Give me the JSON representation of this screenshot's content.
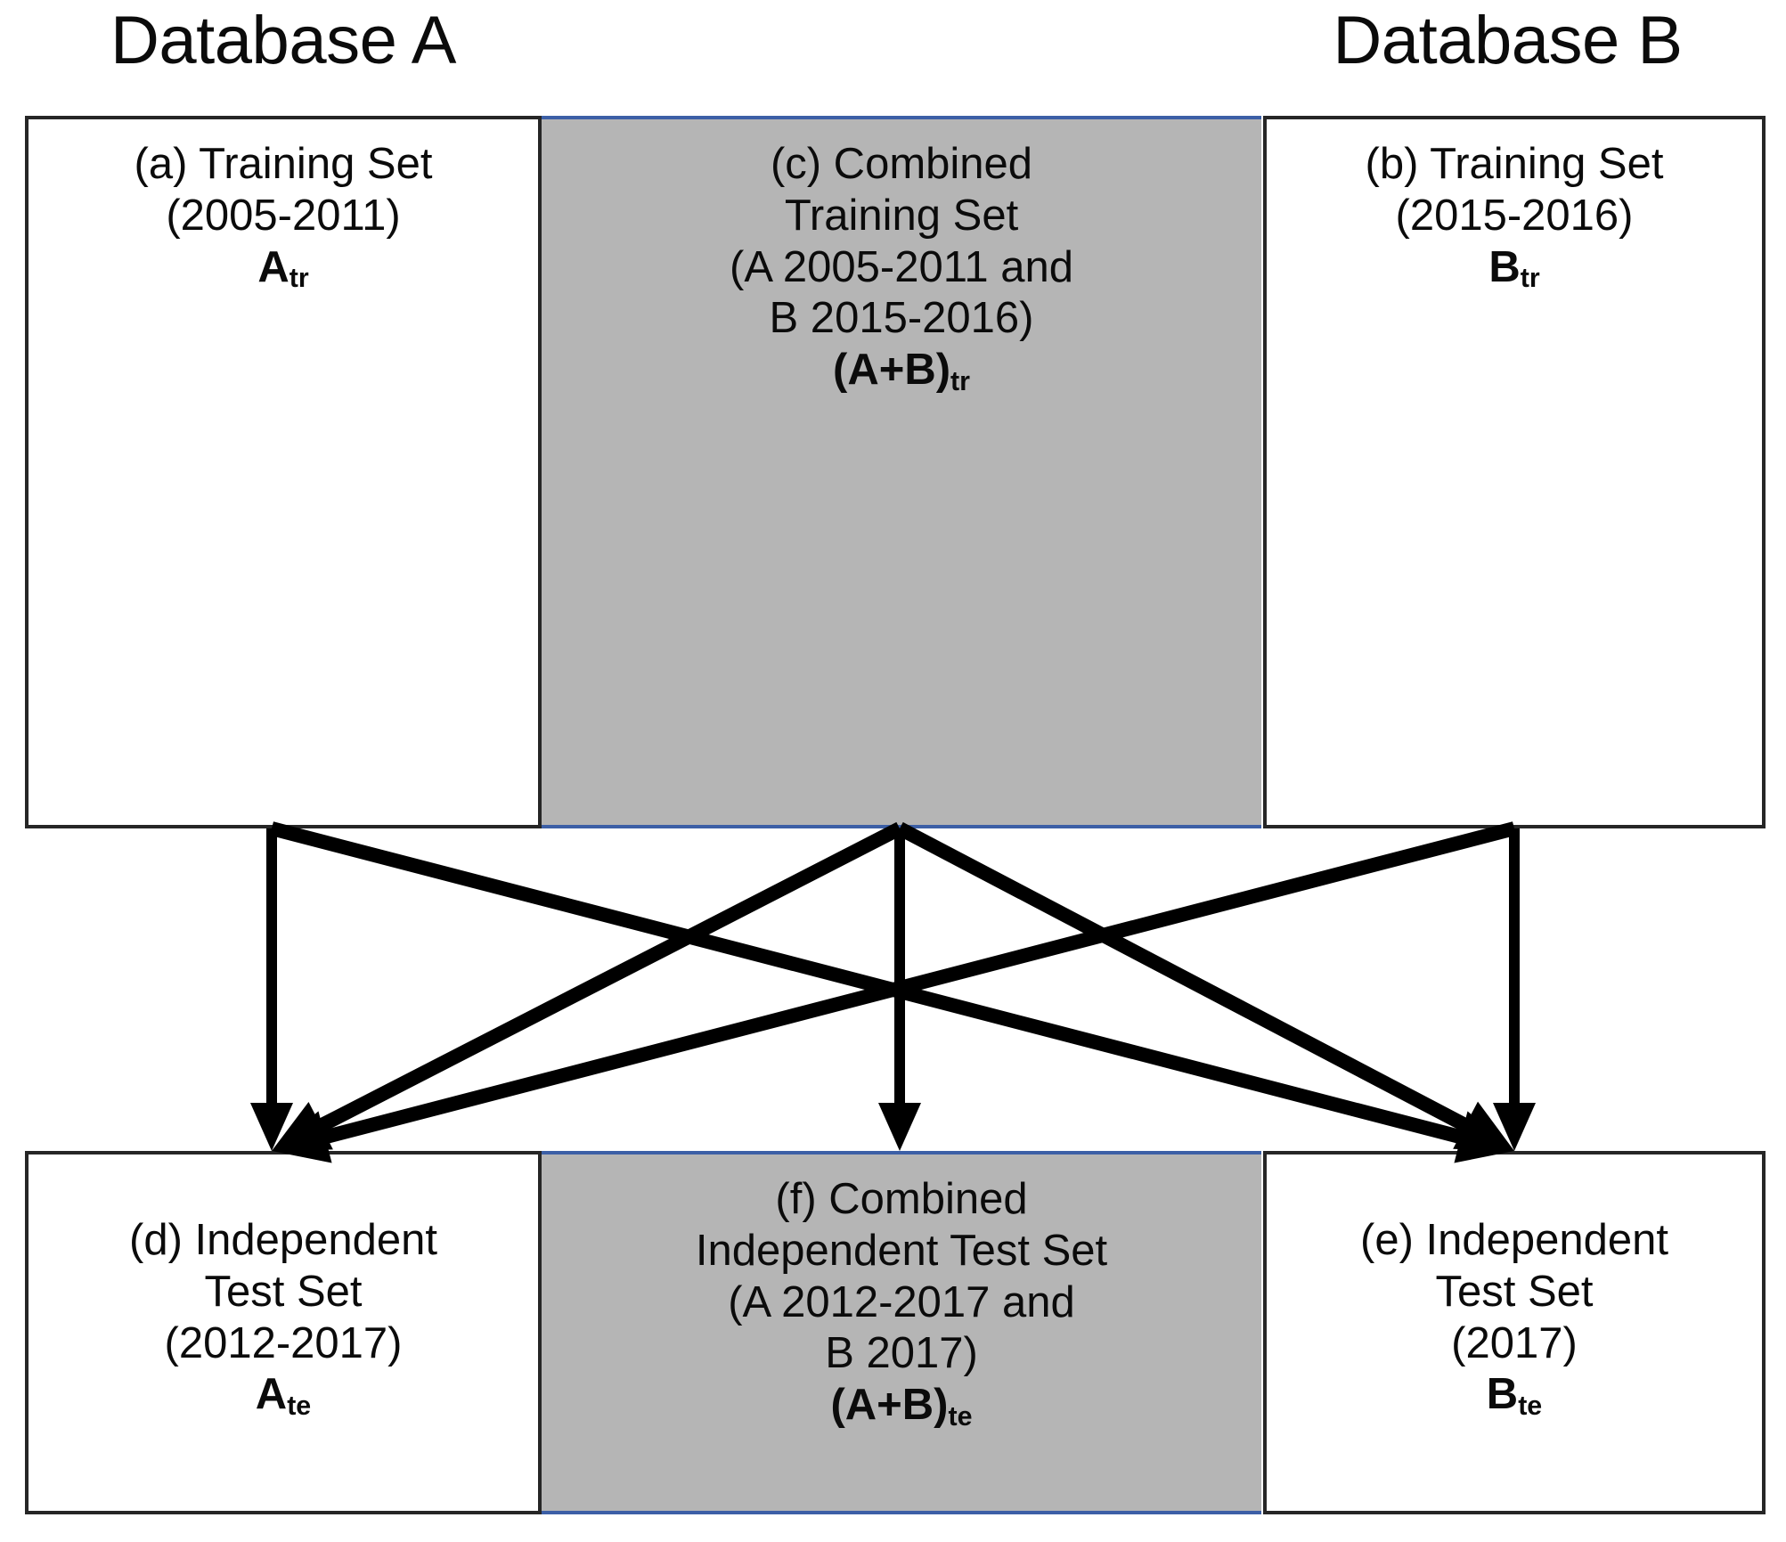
{
  "headers": {
    "database_a": "Database A",
    "database_b": "Database B"
  },
  "colors": {
    "combined_fill": "#b5b5b5",
    "combined_border": "#3c5fa6",
    "box_border": "#262626",
    "arrow": "#000000",
    "text": "#0b0b0b"
  },
  "boxes": {
    "a_train": {
      "caption": "(a) Training Set\n(2005-2011)",
      "symbol": "A",
      "symbol_sub": "tr"
    },
    "ab_train": {
      "caption": "(c) Combined\nTraining Set\n(A 2005-2011 and\nB 2015-2016)",
      "symbol": "(A+B)",
      "symbol_sub": "tr"
    },
    "b_train": {
      "caption": "(b) Training Set\n(2015-2016)",
      "symbol": "B",
      "symbol_sub": "tr"
    },
    "a_test": {
      "caption": "(d) Independent\nTest Set\n(2012-2017)",
      "symbol": "A",
      "symbol_sub": "te"
    },
    "ab_test": {
      "caption": "(f) Combined\nIndependent Test Set\n(A 2012-2017 and\nB 2017)",
      "symbol": "(A+B)",
      "symbol_sub": "te"
    },
    "b_test": {
      "caption": "(e) Independent\nTest Set\n(2017)",
      "symbol": "B",
      "symbol_sub": "te"
    }
  },
  "arrows": [
    {
      "from": "a_train",
      "to": "a_test"
    },
    {
      "from": "a_train",
      "to": "b_test"
    },
    {
      "from": "ab_train",
      "to": "a_test"
    },
    {
      "from": "ab_train",
      "to": "ab_test"
    },
    {
      "from": "ab_train",
      "to": "b_test"
    },
    {
      "from": "b_train",
      "to": "a_test"
    },
    {
      "from": "b_train",
      "to": "b_test"
    }
  ]
}
